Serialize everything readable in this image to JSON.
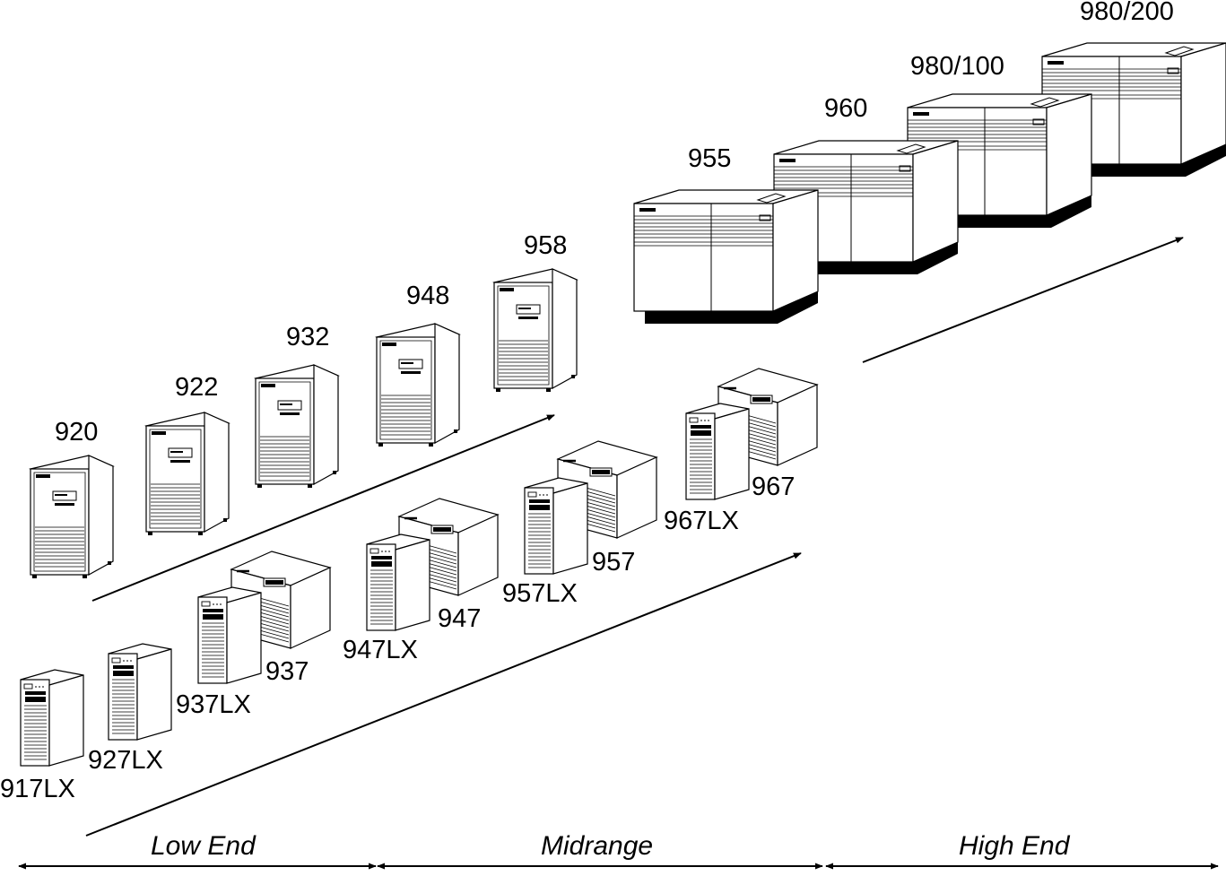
{
  "models": {
    "m917lx": "917LX",
    "m927lx": "927LX",
    "m937lx": "937LX",
    "m937": "937",
    "m947lx": "947LX",
    "m947": "947",
    "m957lx": "957LX",
    "m957": "957",
    "m967lx": "967LX",
    "m967": "967",
    "m920": "920",
    "m922": "922",
    "m932": "932",
    "m948": "948",
    "m958": "958",
    "m955": "955",
    "m960": "960",
    "m980_100": "980/100",
    "m980_200": "980/200"
  },
  "segments": {
    "low": "Low End",
    "mid": "Midrange",
    "high": "High End"
  }
}
